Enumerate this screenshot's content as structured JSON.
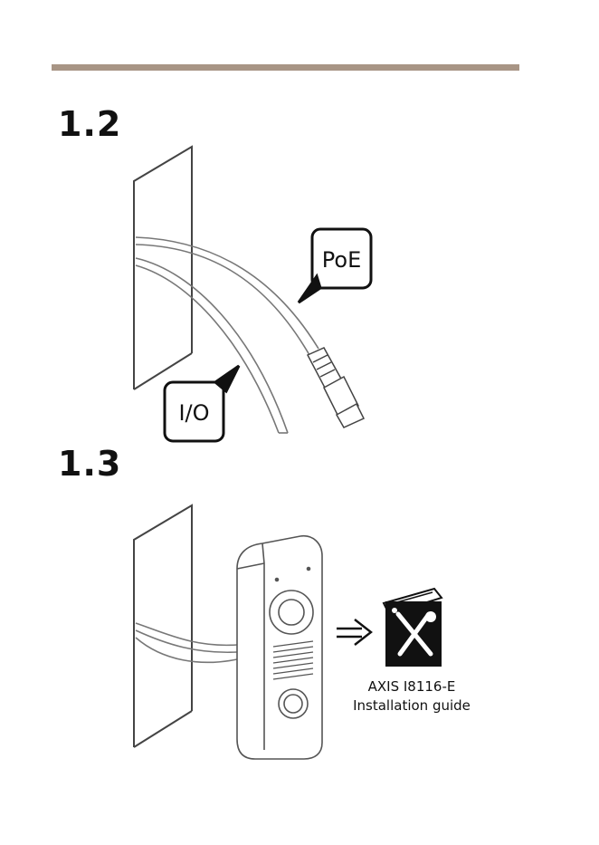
{
  "steps": [
    {
      "number": "1.2"
    },
    {
      "number": "1.3"
    }
  ],
  "callouts": {
    "poe": "PoE",
    "io": "I/O"
  },
  "guide": {
    "model": "AXIS I8116-E",
    "title": "Installation guide"
  }
}
